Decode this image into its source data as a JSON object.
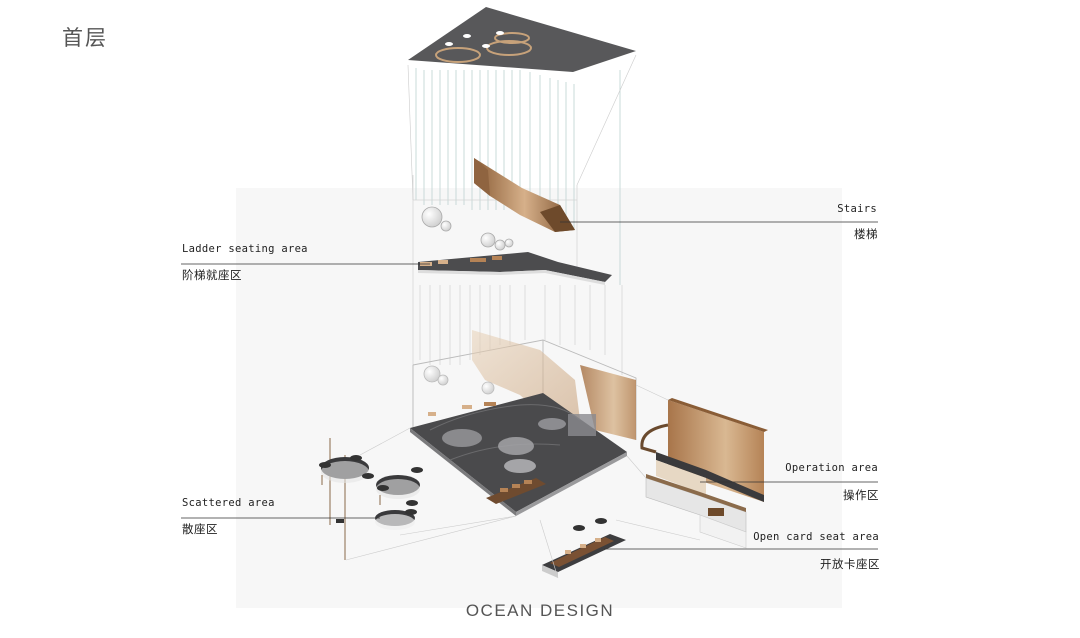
{
  "page": {
    "title": "首层",
    "brand": "OCEAN DESIGN"
  },
  "callouts": {
    "stairs": {
      "en": "Stairs",
      "cn": "楼梯"
    },
    "ladder_seating": {
      "en": "Ladder seating area",
      "cn": "阶梯就座区"
    },
    "operation": {
      "en": "Operation area",
      "cn": "操作区"
    },
    "scattered": {
      "en": "Scattered area",
      "cn": "散座区"
    },
    "open_card_seat": {
      "en": "Open card seat area",
      "cn": "开放卡座区"
    }
  },
  "colors": {
    "ceiling": "#58585a",
    "floor": "#4a4a4c",
    "bronze": "#b98a5e",
    "bronze_light": "#dcc2a3",
    "line": "#333333"
  }
}
